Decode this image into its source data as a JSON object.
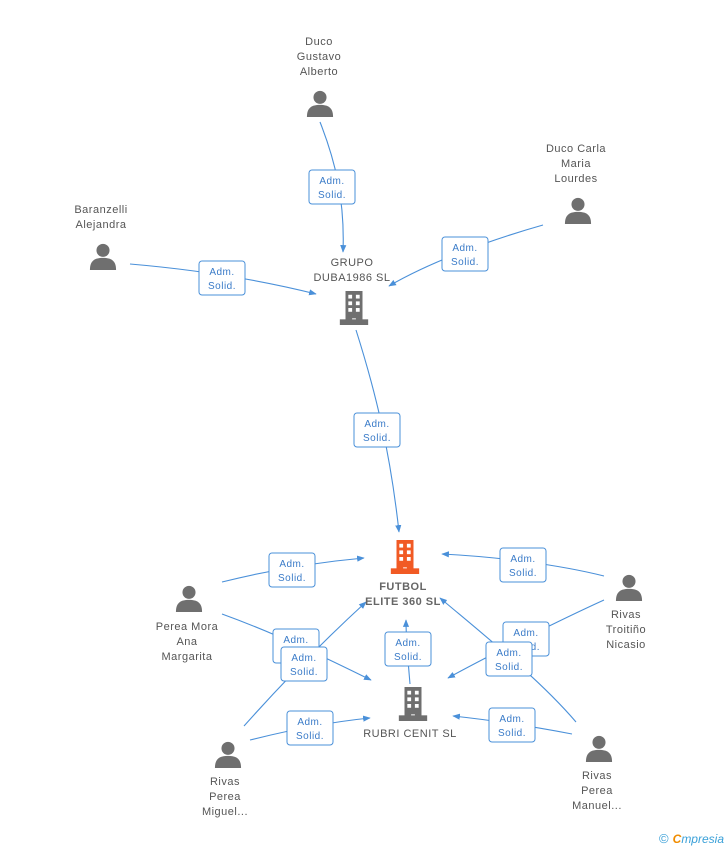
{
  "graph": {
    "persons": [
      {
        "id": "duco_gustavo",
        "lines": [
          "Duco",
          "Gustavo",
          "Alberto"
        ]
      },
      {
        "id": "duco_carla",
        "lines": [
          "Duco Carla",
          "Maria",
          "Lourdes"
        ]
      },
      {
        "id": "baranzelli",
        "lines": [
          "Baranzelli",
          "Alejandra"
        ]
      },
      {
        "id": "perea_mora",
        "lines": [
          "Perea Mora",
          "Ana",
          "Margarita"
        ]
      },
      {
        "id": "rivas_troitino",
        "lines": [
          "Rivas",
          "Troitiño",
          "Nicasio"
        ]
      },
      {
        "id": "rivas_miguel",
        "lines": [
          "Rivas",
          "Perea",
          "Miguel..."
        ]
      },
      {
        "id": "rivas_manuel",
        "lines": [
          "Rivas",
          "Perea",
          "Manuel..."
        ]
      }
    ],
    "companies": [
      {
        "id": "grupo_duba",
        "lines": [
          "GRUPO",
          "DUBA1986 SL"
        ],
        "focus": false,
        "color": "#6f6f6f"
      },
      {
        "id": "futbol_elite",
        "lines": [
          "FUTBOL",
          "ELITE 360 SL"
        ],
        "focus": true,
        "color": "#f15a24"
      },
      {
        "id": "rubri_cenit",
        "lines": [
          "RUBRI CENIT SL"
        ],
        "focus": false,
        "color": "#6f6f6f"
      }
    ],
    "relation_label": [
      "Adm.",
      "Solid."
    ],
    "edges": [
      {
        "from": "duco_gustavo",
        "to": "grupo_duba"
      },
      {
        "from": "duco_carla",
        "to": "grupo_duba"
      },
      {
        "from": "baranzelli",
        "to": "grupo_duba"
      },
      {
        "from": "grupo_duba",
        "to": "futbol_elite"
      },
      {
        "from": "perea_mora",
        "to": "futbol_elite"
      },
      {
        "from": "perea_mora",
        "to": "rubri_cenit"
      },
      {
        "from": "rivas_troitino",
        "to": "futbol_elite"
      },
      {
        "from": "rivas_troitino",
        "to": "rubri_cenit"
      },
      {
        "from": "rubri_cenit",
        "to": "futbol_elite"
      },
      {
        "from": "rivas_miguel",
        "to": "futbol_elite"
      },
      {
        "from": "rivas_miguel",
        "to": "rubri_cenit"
      },
      {
        "from": "rivas_manuel",
        "to": "futbol_elite"
      },
      {
        "from": "rivas_manuel",
        "to": "rubri_cenit"
      }
    ]
  },
  "footer": {
    "copyright": "©",
    "brand_first": "C",
    "brand_rest": "mpresia"
  },
  "colors": {
    "edge": "#4a90d9",
    "person_icon": "#6f6f6f",
    "focus_company": "#f15a24"
  }
}
